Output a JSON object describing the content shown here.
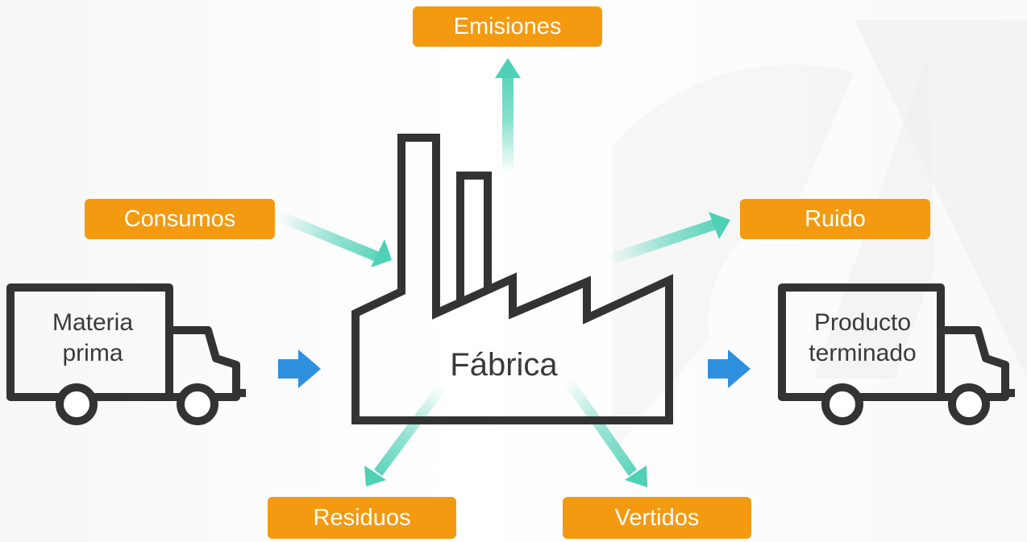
{
  "flows": {
    "emisiones": "Emisiones",
    "consumos": "Consumos",
    "ruido": "Ruido",
    "residuos": "Residuos",
    "vertidos": "Vertidos"
  },
  "input_truck": {
    "line1": "Materia",
    "line2": "prima"
  },
  "factory": {
    "label": "Fábrica"
  },
  "output_truck": {
    "line1": "Producto",
    "line2": "terminado"
  },
  "colors": {
    "tag": "#f39a11",
    "flow_arrow": "#4ed1b5",
    "process_arrow": "#2f8fdf",
    "outline": "#333333"
  }
}
